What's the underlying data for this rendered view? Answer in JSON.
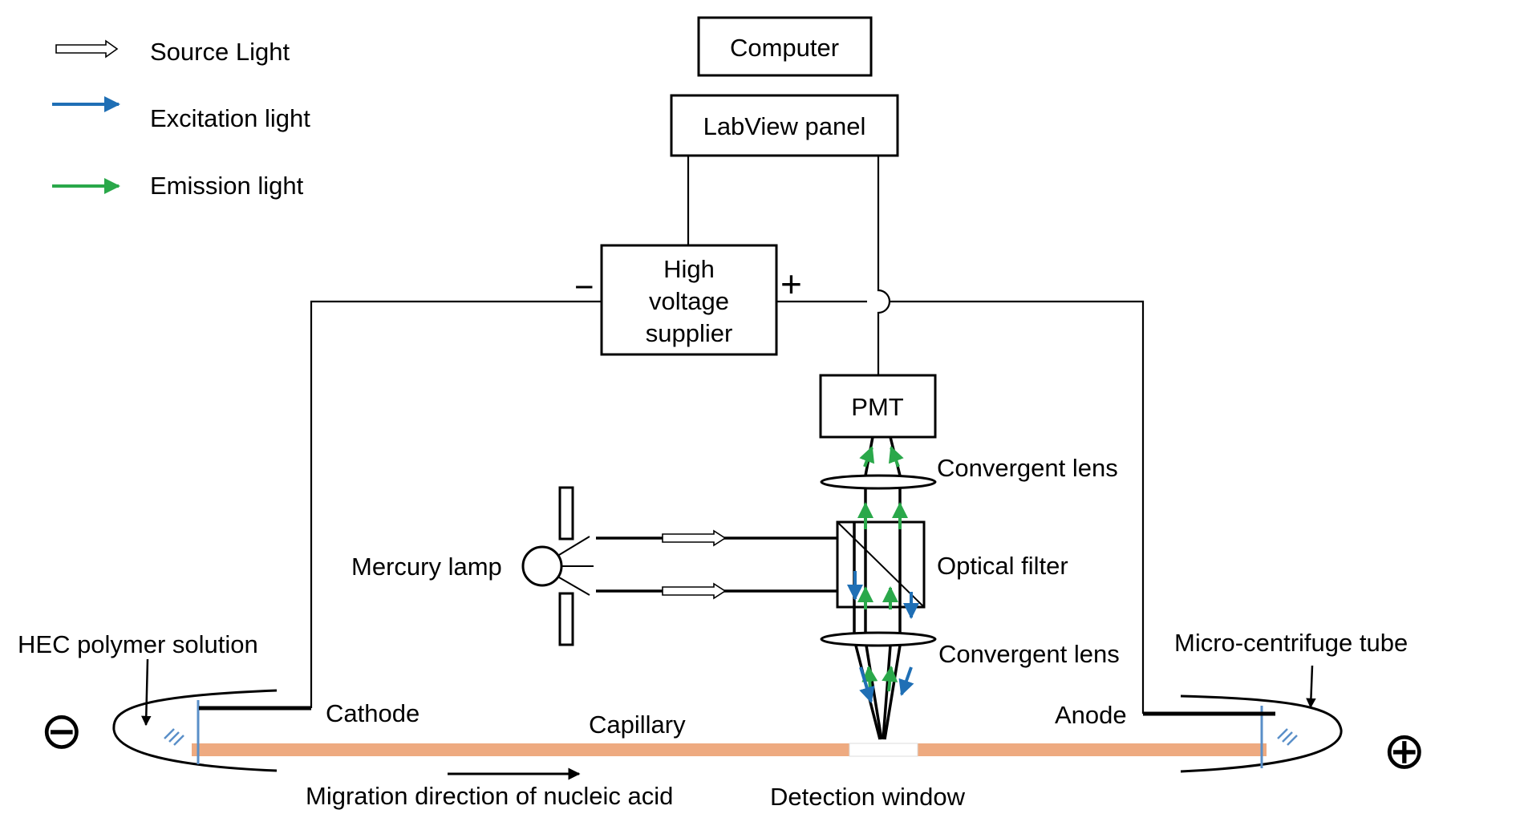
{
  "legend": {
    "source_light": "Source Light",
    "excitation_light": "Excitation light",
    "emission_light": "Emission light"
  },
  "boxes": {
    "computer": "Computer",
    "labview": "LabView panel",
    "hv_line1": "High",
    "hv_line2": "voltage",
    "hv_line3": "supplier",
    "pmt": "PMT"
  },
  "labels": {
    "minus": "−",
    "plus": "+",
    "convergent_lens_top": "Convergent lens",
    "optical_filter": "Optical filter",
    "convergent_lens_bottom": "Convergent lens",
    "mercury_lamp": "Mercury lamp",
    "hec_polymer": "HEC polymer solution",
    "micro_centrifuge": "Micro-centrifuge tube",
    "cathode": "Cathode",
    "anode": "Anode",
    "capillary": "Capillary",
    "migration": "Migration direction of nucleic acid",
    "detection_window": "Detection window",
    "cathode_symbol": "⊖",
    "anode_symbol": "⊕"
  },
  "colors": {
    "excitation": "#1f6fb5",
    "emission": "#2aa84a",
    "capillary": "#eeaa80",
    "tube_wall": "#5a8fc8"
  }
}
